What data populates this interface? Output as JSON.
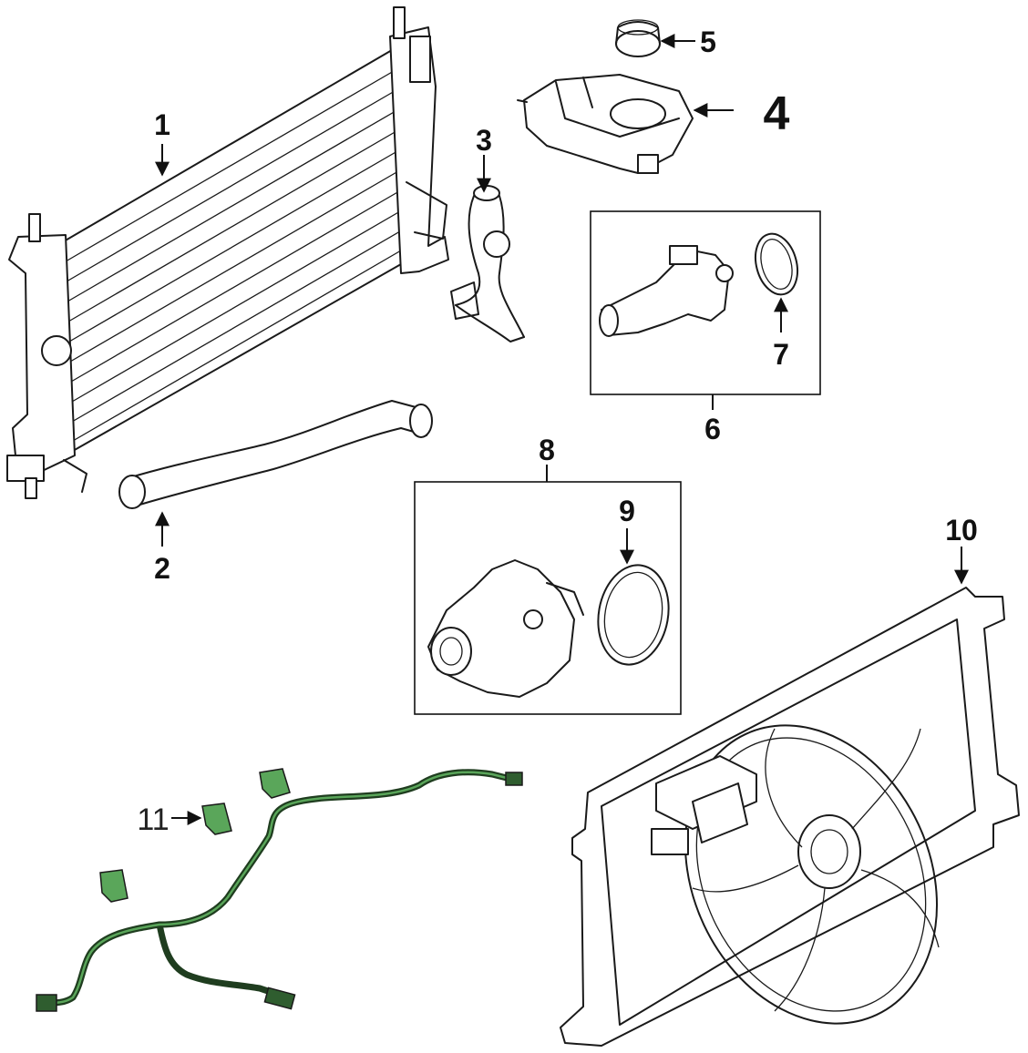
{
  "diagram": {
    "colors": {
      "line": "#1a1a1a",
      "harness": "#1f3d1f",
      "clip": "#5aa65a",
      "background": "#ffffff"
    },
    "callouts": {
      "c1": "1",
      "c2": "2",
      "c3": "3",
      "c4": "4",
      "c5": "5",
      "c6": "6",
      "c7": "7",
      "c8": "8",
      "c9": "9",
      "c10": "10",
      "c11": "11"
    }
  }
}
